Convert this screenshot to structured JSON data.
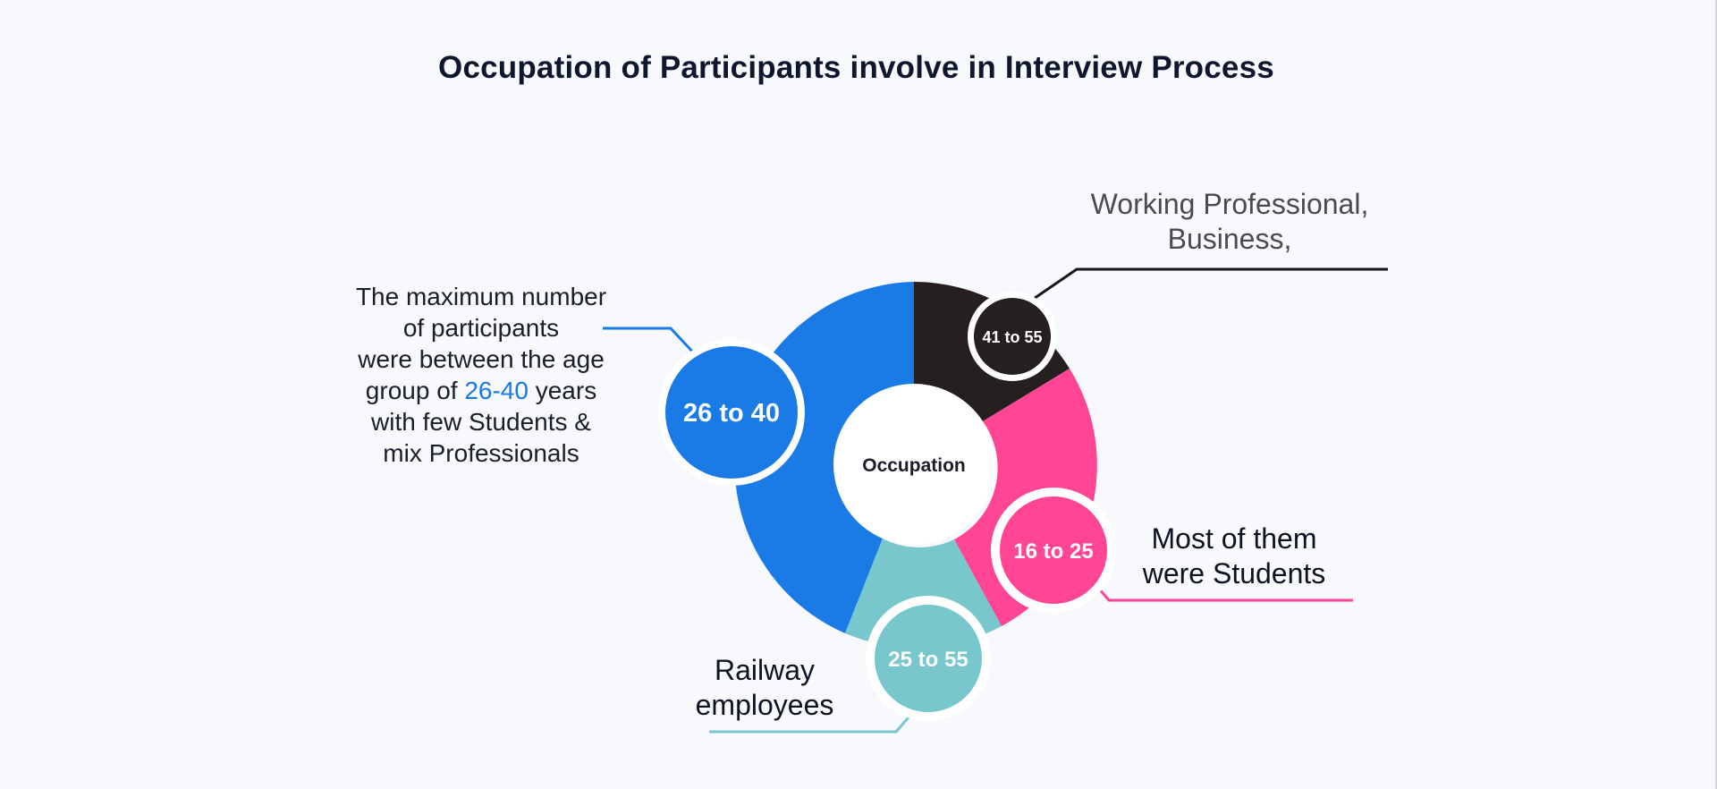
{
  "title": "Occupation of Participants involve in Interview Process",
  "center_label": "Occupation",
  "colors": {
    "blue": "#1a7be6",
    "black": "#251f20",
    "pink": "#ff4593",
    "teal": "#78c7cd",
    "background": "#f8f9fd"
  },
  "segments": [
    {
      "key": "blue",
      "badge": "26 to 40",
      "label_lines": [
        "The maximum number",
        "of participants",
        "were between the age"
      ],
      "label_pre": "group of ",
      "label_highlight": "26-40",
      "label_post": " years",
      "label_tail": [
        "with few Students &",
        "mix Professionals"
      ]
    },
    {
      "key": "black",
      "badge": "41 to 55",
      "label_lines": [
        "Working Professional,",
        "Business,"
      ]
    },
    {
      "key": "pink",
      "badge": "16 to 25",
      "label_lines": [
        "Most of them",
        "were Students"
      ]
    },
    {
      "key": "teal",
      "badge": "25 to 55",
      "label_lines": [
        "Railway",
        "employees"
      ]
    }
  ]
}
